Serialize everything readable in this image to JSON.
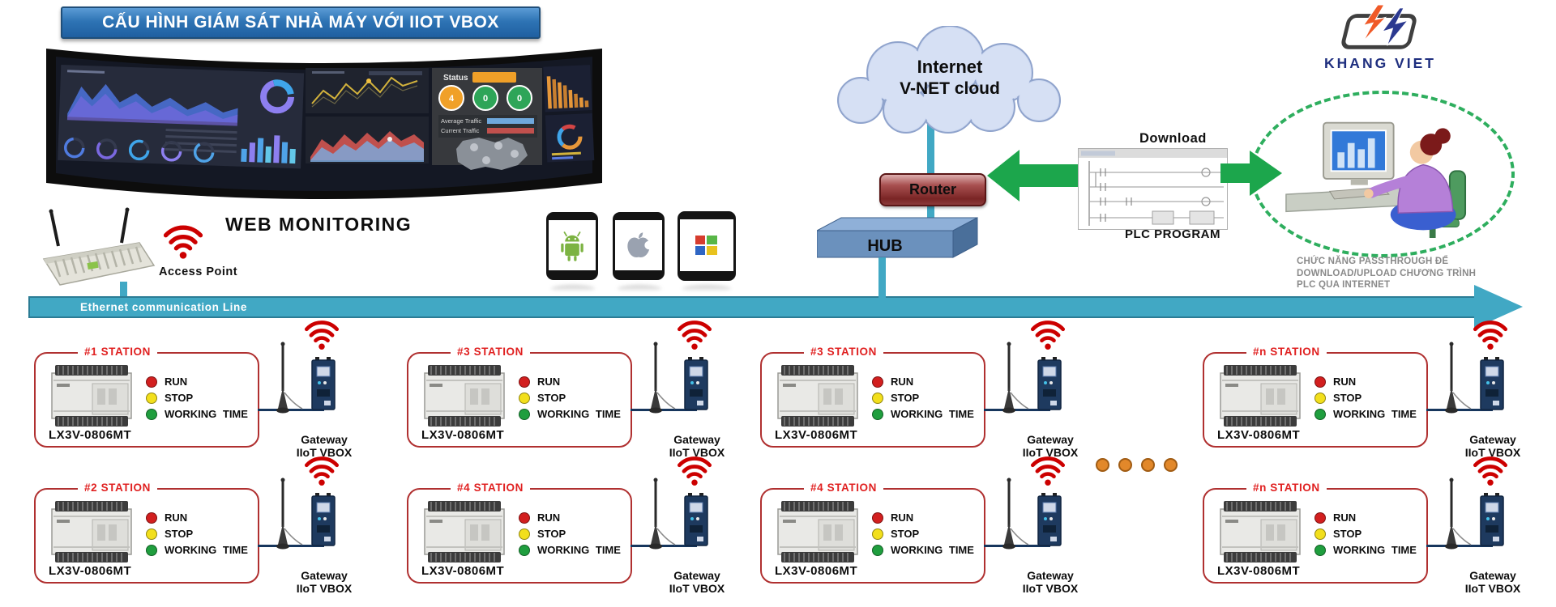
{
  "banner": {
    "title": "CẤU HÌNH GIÁM SÁT NHÀ MÁY VỚI IIOT VBOX"
  },
  "monitor": {
    "caption": "WEB MONITORING",
    "status_label": "Status",
    "status_counts": [
      "4",
      "0",
      "0"
    ],
    "traffic_labels": [
      "Average Traffic",
      "Current Traffic"
    ]
  },
  "access_point": {
    "label": "Access Point"
  },
  "ethernet_line": {
    "label": "Ethernet communication Line"
  },
  "cloud": {
    "line1": "Internet",
    "line2": "V-NET cloud"
  },
  "router": {
    "label": "Router"
  },
  "hub": {
    "label": "HUB"
  },
  "plc_program": {
    "download_label": "Download",
    "caption": "PLC PROGRAM"
  },
  "brand": {
    "name": "KHANG VIET"
  },
  "passthrough_note": {
    "line1": "CHỨC NĂNG PASSTHROUGH ĐỂ",
    "line2": "DOWNLOAD/UPLOAD CHƯƠNG TRÌNH",
    "line3": "PLC QUA INTERNET"
  },
  "station_common": {
    "plc_model": "LX3V-0806MT",
    "indicators": [
      {
        "label": "RUN",
        "color": "#d21f1f"
      },
      {
        "label": "STOP",
        "color": "#f2df1c"
      },
      {
        "label": "WORKING TIME",
        "color": "#1f9e3e"
      }
    ],
    "gateway_line1": "Gateway",
    "gateway_line2": "IIoT VBOX"
  },
  "stations": [
    {
      "label": "#1 STATION"
    },
    {
      "label": "#3 STATION"
    },
    {
      "label": "#3 STATION"
    },
    {
      "label": "#n STATION"
    },
    {
      "label": "#2 STATION"
    },
    {
      "label": "#4 STATION"
    },
    {
      "label": "#4 STATION"
    },
    {
      "label": "#n STATION"
    }
  ],
  "colors": {
    "banner_blue": "#2e74b5",
    "ethernet_teal": "#41a8c4",
    "wifi_red": "#cc0000",
    "station_border_red": "#b03030",
    "station_label_red": "#e02020",
    "gateway_navy": "#1e3a5f",
    "arrow_green": "#1ca64c",
    "ellipse_green": "#2eae5e",
    "ellipsis_dot_orange": "#e2882a",
    "brand_navy": "#1f2f7f",
    "router_red": "#8b3a3a",
    "hub_blue": "#6b91bd"
  }
}
